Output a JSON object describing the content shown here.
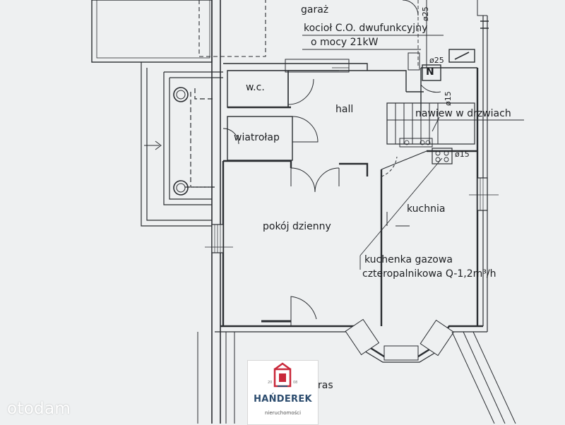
{
  "rooms": {
    "garage": "garaż",
    "wc": "w.c.",
    "hall": "hall",
    "windbreak": "wiatrołap",
    "living_room": "pokój dzienny",
    "kitchen": "kuchnia",
    "terrace_partial": "ras"
  },
  "annotations": {
    "boiler_line1": "kocioł C.O. dwufunkcyjny",
    "boiler_line2": "o mocy 21kW",
    "ventilation": "nawiew w drzwiach",
    "stove_line1": "kuchenka gazowa",
    "stove_line2": "czteropalnikowa Q-1,2m³/h",
    "north_arrow": "N",
    "pipe_phi25_a": "ø25",
    "pipe_phi25_b": "ø25",
    "pipe_phi15_a": "ø15",
    "pipe_phi15_b": "ø15"
  },
  "watermark": "otodam",
  "logo": {
    "name": "HAŃDEREK",
    "tagline": "nieruchomości",
    "year_left": "20",
    "year_right": "08",
    "brand_red": "#c9283a",
    "brand_blue": "#2c4c6e"
  }
}
